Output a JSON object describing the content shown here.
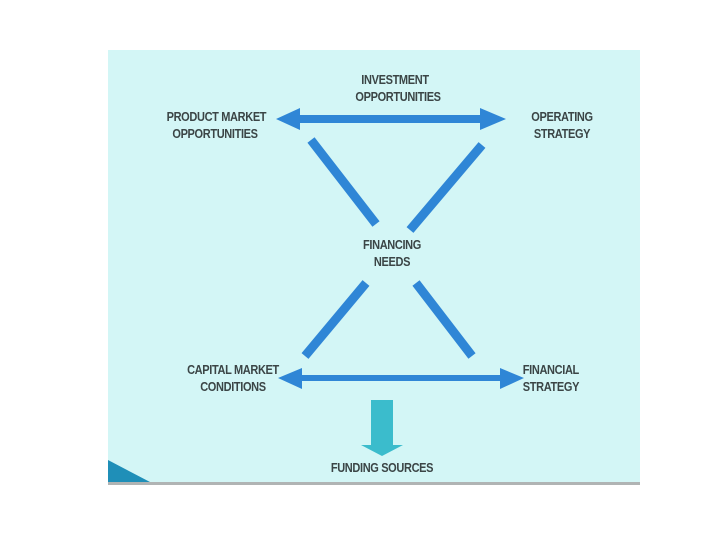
{
  "nodes": {
    "investment": {
      "line1": "INVESTMENT",
      "line2": "OPPORTUNITIES"
    },
    "product_market": {
      "line1": "PRODUCT MARKET",
      "line2": "OPPORTUNITIES"
    },
    "operating": {
      "line1": "OPERATING",
      "line2": "STRATEGY"
    },
    "financing_needs": {
      "line1": "FINANCING",
      "line2": "NEEDS"
    },
    "capital_market": {
      "line1": "CAPITAL MARKET",
      "line2": "CONDITIONS"
    },
    "financial_strategy": {
      "line1": "FINANCIAL",
      "line2": "STRATEGY"
    },
    "funding_sources": {
      "line1": "FUNDING SOURCES"
    }
  },
  "colors": {
    "background": "#d3f6f6",
    "arrow_blue": "#2f86d6",
    "down_arrow_teal": "#3bbccc",
    "text": "#3b4546"
  }
}
